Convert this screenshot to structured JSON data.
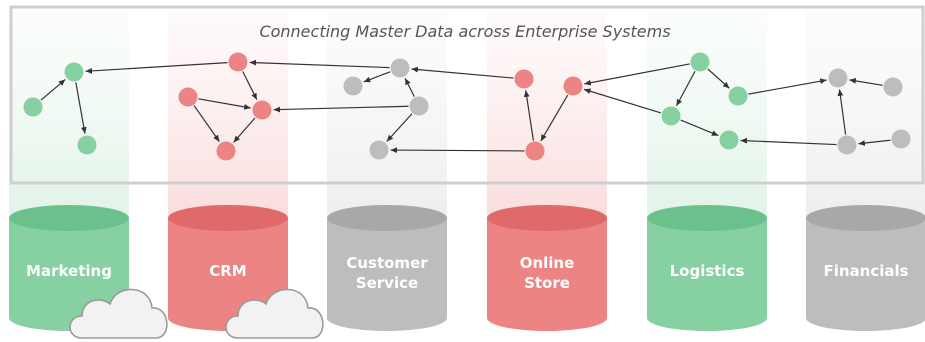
{
  "title": "Connecting Master Data across Enterprise Systems",
  "colors": {
    "green": "#86d0a2",
    "green_dark": "#6cc08c",
    "red": "#ec8484",
    "red_dark": "#e06a6a",
    "gray": "#bdbdbd",
    "gray_dark": "#a8a8a8",
    "frame": "#cfcfcf",
    "edge": "#333333",
    "cloud": "#f2f2f2"
  },
  "systems": [
    {
      "id": "marketing",
      "label_lines": [
        "Marketing"
      ],
      "color": "green",
      "has_cloud": true
    },
    {
      "id": "crm",
      "label_lines": [
        "CRM"
      ],
      "color": "red",
      "has_cloud": true
    },
    {
      "id": "customer-service",
      "label_lines": [
        "Customer",
        "Service"
      ],
      "color": "gray",
      "has_cloud": false
    },
    {
      "id": "online-store",
      "label_lines": [
        "Online",
        "Store"
      ],
      "color": "red",
      "has_cloud": false
    },
    {
      "id": "logistics",
      "label_lines": [
        "Logistics"
      ],
      "color": "green",
      "has_cloud": false
    },
    {
      "id": "financials",
      "label_lines": [
        "Financials"
      ],
      "color": "gray",
      "has_cloud": false
    }
  ],
  "nodes": [
    {
      "id": "m1",
      "color": "green"
    },
    {
      "id": "m2",
      "color": "green"
    },
    {
      "id": "m3",
      "color": "green"
    },
    {
      "id": "c1",
      "color": "red"
    },
    {
      "id": "c2",
      "color": "red"
    },
    {
      "id": "c3",
      "color": "red"
    },
    {
      "id": "c4",
      "color": "red"
    },
    {
      "id": "s1",
      "color": "gray"
    },
    {
      "id": "s2",
      "color": "gray"
    },
    {
      "id": "s3",
      "color": "gray"
    },
    {
      "id": "s4",
      "color": "gray"
    },
    {
      "id": "o1",
      "color": "red"
    },
    {
      "id": "o2",
      "color": "red"
    },
    {
      "id": "o3",
      "color": "red"
    },
    {
      "id": "l1",
      "color": "green"
    },
    {
      "id": "l2",
      "color": "green"
    },
    {
      "id": "l3",
      "color": "green"
    },
    {
      "id": "l4",
      "color": "green"
    },
    {
      "id": "f1",
      "color": "gray"
    },
    {
      "id": "f2",
      "color": "gray"
    },
    {
      "id": "f3",
      "color": "gray"
    },
    {
      "id": "f4",
      "color": "gray"
    }
  ],
  "edges": [
    {
      "from": "m1",
      "to": "m2"
    },
    {
      "from": "m2",
      "to": "m3"
    },
    {
      "from": "c1",
      "to": "m2"
    },
    {
      "from": "c1",
      "to": "c4"
    },
    {
      "from": "c2",
      "to": "c4"
    },
    {
      "from": "c2",
      "to": "c3"
    },
    {
      "from": "c4",
      "to": "c3"
    },
    {
      "from": "s4",
      "to": "c4"
    },
    {
      "from": "s2",
      "to": "c1"
    },
    {
      "from": "s2",
      "to": "s1"
    },
    {
      "from": "s4",
      "to": "s2"
    },
    {
      "from": "s4",
      "to": "s3"
    },
    {
      "from": "o1",
      "to": "s2"
    },
    {
      "from": "o3",
      "to": "s3"
    },
    {
      "from": "o3",
      "to": "o1"
    },
    {
      "from": "o2",
      "to": "o3"
    },
    {
      "from": "l1",
      "to": "o2"
    },
    {
      "from": "l1",
      "to": "l2"
    },
    {
      "from": "l1",
      "to": "l4"
    },
    {
      "from": "l4",
      "to": "o2"
    },
    {
      "from": "l4",
      "to": "l3"
    },
    {
      "from": "l2",
      "to": "f1"
    },
    {
      "from": "f3",
      "to": "l3"
    },
    {
      "from": "f3",
      "to": "f1"
    },
    {
      "from": "f4",
      "to": "f3"
    },
    {
      "from": "f2",
      "to": "f1"
    }
  ]
}
